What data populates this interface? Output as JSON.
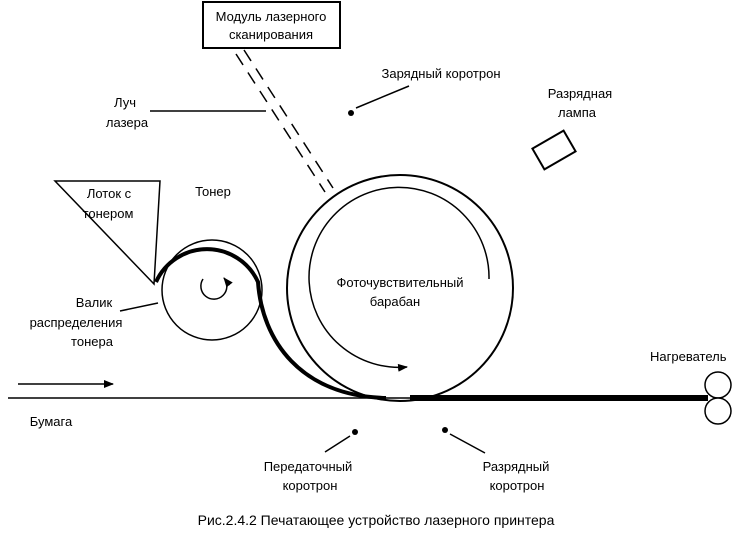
{
  "labels": {
    "laser_module_line1": "Модуль лазерного",
    "laser_module_line2": "сканирования",
    "charge_corotron": "Зарядный коротрон",
    "discharge_lamp_line1": "Разрядная",
    "discharge_lamp_line2": "лампа",
    "laser_beam_line1": "Луч",
    "laser_beam_line2": "лазера",
    "toner_tray_line1": "Лоток с",
    "toner_tray_line2": "тонером",
    "toner": "Тонер",
    "roller_line1": "Валик",
    "roller_line2": "распределения",
    "roller_line3": "тонера",
    "drum_line1": "Фоточувствительный",
    "drum_line2": "барабан",
    "heater": "Нагреватель",
    "paper": "Бумага",
    "transfer_corotron_line1": "Передаточный",
    "transfer_corotron_line2": "коротрон",
    "discharge_corotron_line1": "Разрядный",
    "discharge_corotron_line2": "коротрон"
  },
  "caption": "Рис.2.4.2 Печатающее устройство лазерного принтера"
}
